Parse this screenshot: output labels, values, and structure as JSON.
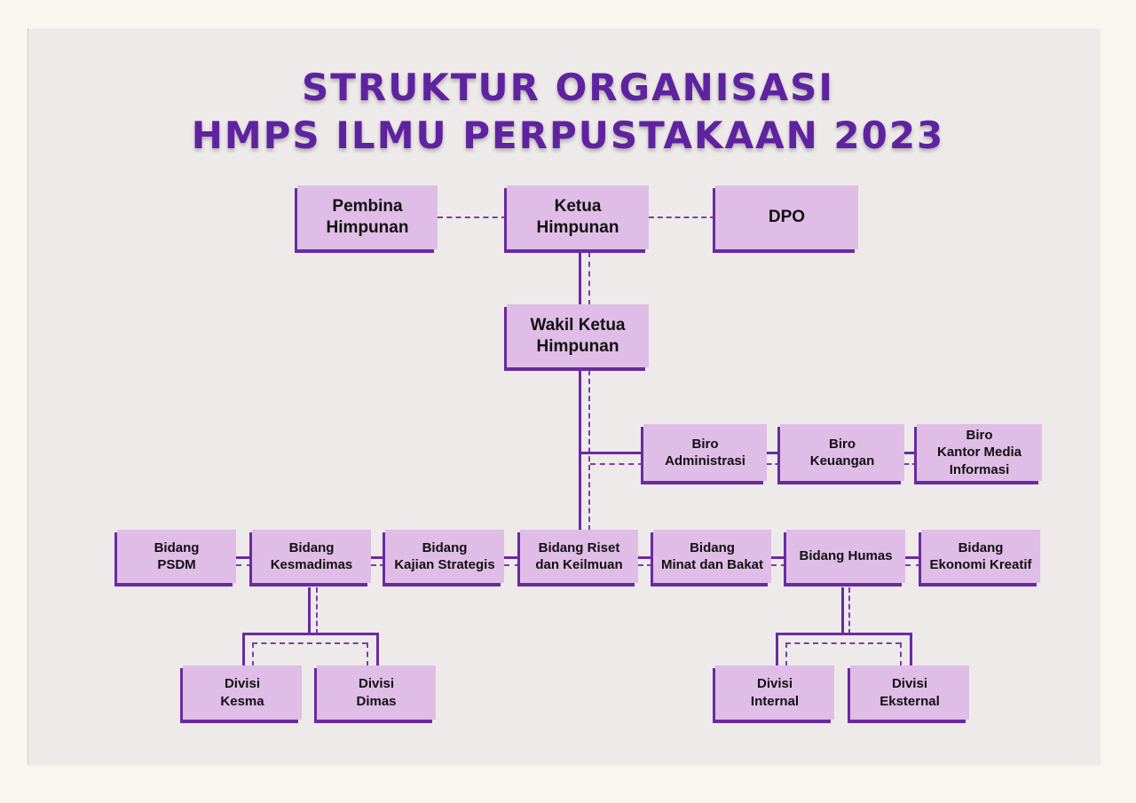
{
  "title": {
    "line1": "STRUKTUR ORGANISASI",
    "line2": "HMPS ILMU PERPUSTAKAAN 2023"
  },
  "colors": {
    "title": "#5f22a0",
    "box_fill": "#dfbde6",
    "box_edge": "#6a2aa0",
    "paper": "#eeeaea",
    "background": "#f8f6ee"
  },
  "top_level": {
    "pembina": "Pembina\nHimpunan",
    "ketua": "Ketua\nHimpunan",
    "dpo": "DPO",
    "wakil": "Wakil Ketua\nHimpunan"
  },
  "biro": [
    {
      "label": "Biro\nAdministrasi"
    },
    {
      "label": "Biro\nKeuangan"
    },
    {
      "label": "Biro\nKantor Media\nInformasi"
    }
  ],
  "bidang": [
    {
      "label": "Bidang\nPSDM"
    },
    {
      "label": "Bidang\nKesmadimas"
    },
    {
      "label": "Bidang\nKajian Strategis"
    },
    {
      "label": "Bidang Riset\ndan Keilmuan"
    },
    {
      "label": "Bidang\nMinat dan Bakat"
    },
    {
      "label": "Bidang Humas"
    },
    {
      "label": "Bidang\nEkonomi Kreatif"
    }
  ],
  "divisi_kesmadimas": [
    {
      "label": "Divisi\nKesma"
    },
    {
      "label": "Divisi\nDimas"
    }
  ],
  "divisi_humas": [
    {
      "label": "Divisi\nInternal"
    },
    {
      "label": "Divisi\nEksternal"
    }
  ]
}
